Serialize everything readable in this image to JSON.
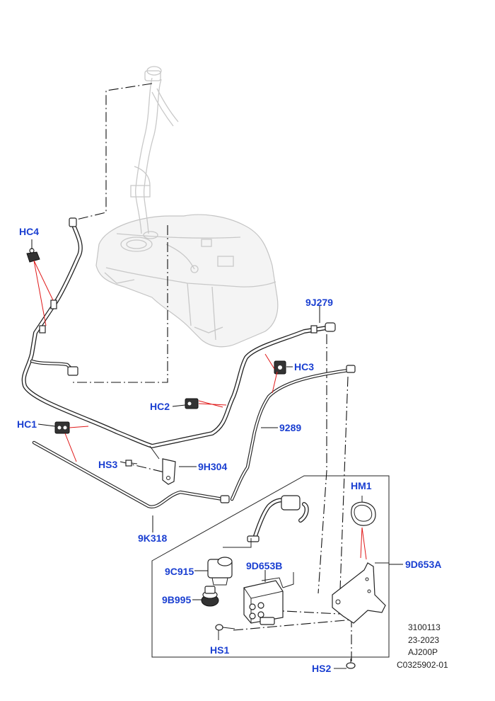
{
  "callouts": {
    "hc4": "HC4",
    "hc3": "HC3",
    "hc2": "HC2",
    "hc1": "HC1",
    "hs3": "HS3",
    "p9j279": "9J279",
    "p9289": "9289",
    "p9h304": "9H304",
    "p9k318": "9K318",
    "hm1": "HM1",
    "p9c915": "9C915",
    "p9d653b": "9D653B",
    "p9d653a": "9D653A",
    "p9b995": "9B995",
    "hs1": "HS1",
    "hs2": "HS2"
  },
  "codes": [
    "3100113",
    "23-2023",
    "AJ200P",
    "C0325902-01"
  ],
  "colors": {
    "callout": "#1a3fd1",
    "leader_red": "#e01919",
    "ghost": "#c8c8c8",
    "ink": "#222222"
  }
}
